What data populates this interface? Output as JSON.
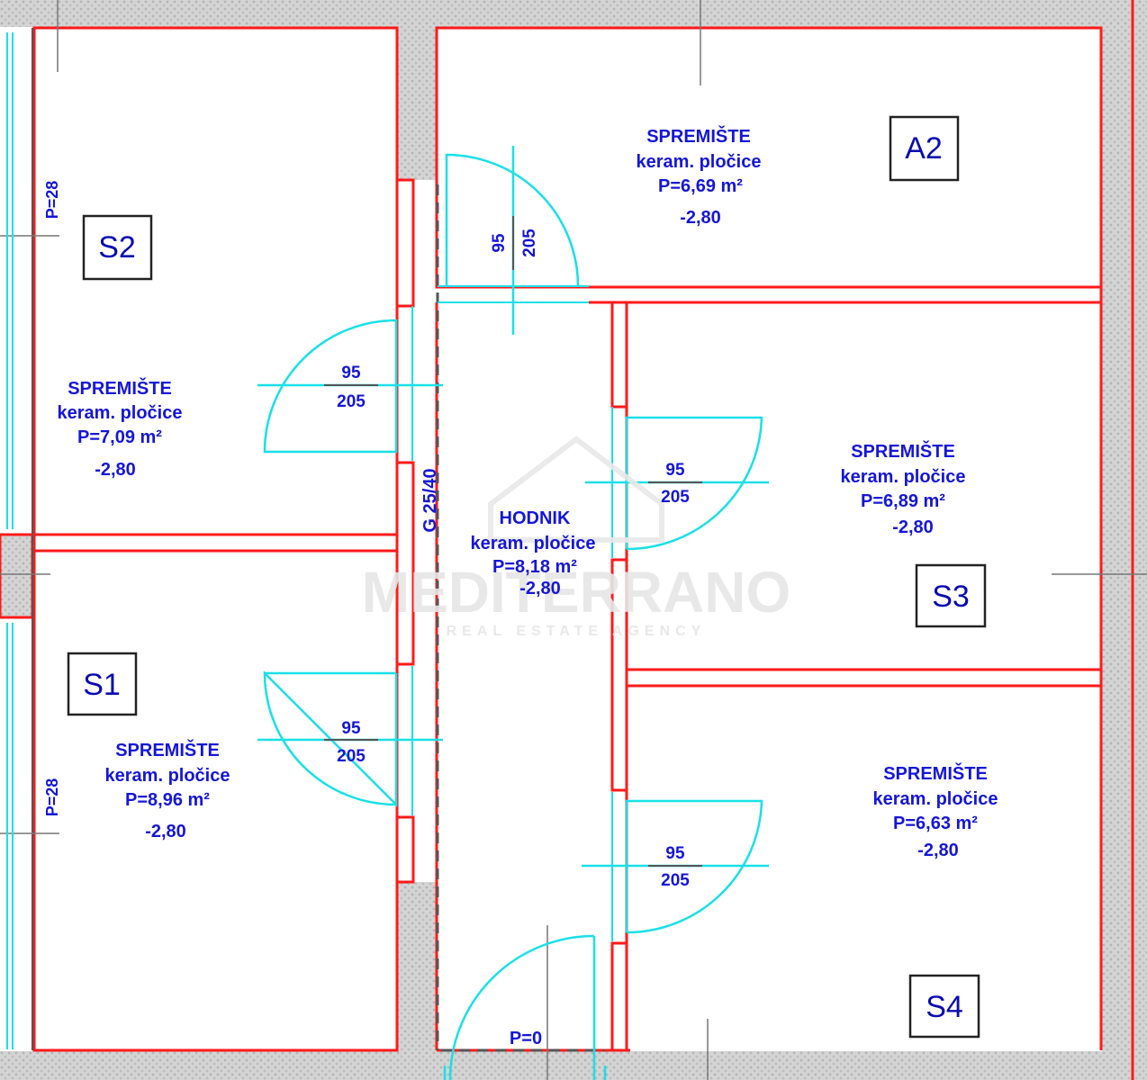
{
  "colors": {
    "wall": "#ff1a1a",
    "door": "#19e0e6",
    "text": "#1515d8",
    "hatch": "#c8c8c8",
    "dim_line": "#777777"
  },
  "rooms": [
    {
      "id": "S2",
      "tag": "S2",
      "name": "SPREMIŠTE",
      "floor": "keram. pločice",
      "area": "P=7,09 m²",
      "level": "-2,80"
    },
    {
      "id": "S1",
      "tag": "S1",
      "name": "SPREMIŠTE",
      "floor": "keram. pločice",
      "area": "P=8,96 m²",
      "level": "-2,80"
    },
    {
      "id": "A2",
      "tag": "A2",
      "name": "SPREMIŠTE",
      "floor": "keram. pločice",
      "area": "P=6,69 m²",
      "level": "-2,80"
    },
    {
      "id": "S3",
      "tag": "S3",
      "name": "SPREMIŠTE",
      "floor": "keram. pločice",
      "area": "P=6,89 m²",
      "level": "-2,80"
    },
    {
      "id": "S4",
      "tag": "S4",
      "name": "SPREMIŠTE",
      "floor": "keram. pločice",
      "area": "P=6,63 m²",
      "level": "-2,80"
    },
    {
      "id": "hallway",
      "tag": "",
      "name": "HODNIK",
      "floor": "keram. pločice",
      "area": "P=8,18 m²",
      "level": "-2,80"
    }
  ],
  "doors": [
    {
      "id": "door-s2",
      "width": "95",
      "height": "205"
    },
    {
      "id": "door-s1",
      "width": "95",
      "height": "205"
    },
    {
      "id": "door-s3",
      "width": "95",
      "height": "205"
    },
    {
      "id": "door-s4",
      "width": "95",
      "height": "205"
    },
    {
      "id": "door-top",
      "width": "95",
      "height": "205"
    }
  ],
  "annotations": {
    "beam": "G 25/40",
    "floor_mark": "P=0",
    "side_mark_top": "P=28",
    "side_mark_bottom": "P=28"
  },
  "watermark": {
    "brand": "MEDITERRANO",
    "sub": "REAL ESTATE AGENCY"
  }
}
